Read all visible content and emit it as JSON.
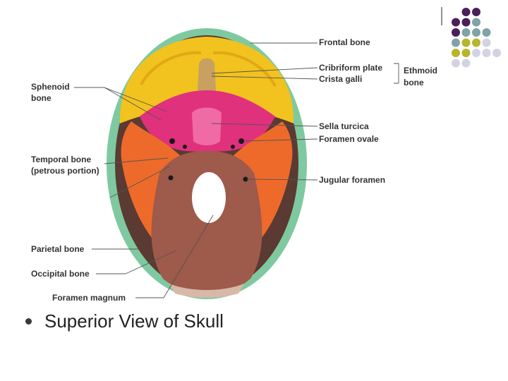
{
  "slide": {
    "caption": "Superior View of Skull"
  },
  "labels": {
    "frontal": "Frontal bone",
    "cribriform": "Cribriform plate",
    "crista": "Crista galli",
    "ethmoid_1": "Ethmoid",
    "ethmoid_2": "bone",
    "sphenoid_1": "Sphenoid",
    "sphenoid_2": "bone",
    "sella": "Sella turcica",
    "ovale": "Foramen ovale",
    "temporal_1": "Temporal bone",
    "temporal_2": "(petrous portion)",
    "jugular": "Jugular foramen",
    "parietal": "Parietal bone",
    "occipital": "Occipital bone",
    "magnum": "Foramen magnum"
  },
  "decoration": {
    "dot_colors": [
      "#4a1f5c",
      "#7fa3a6",
      "#b8b52a",
      "#d3d2e3"
    ]
  }
}
